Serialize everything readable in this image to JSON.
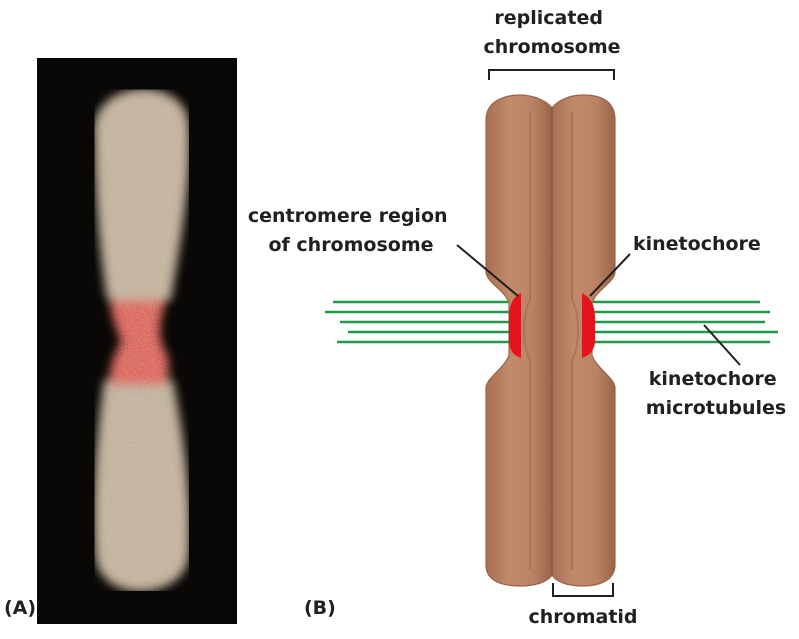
{
  "panel_a": {
    "label": "(A)"
  },
  "panel_b": {
    "label": "(B)",
    "labels": {
      "replicated_line1": "replicated",
      "replicated_line2": "chromosome",
      "centromere_line1": "centromere region",
      "centromere_line2": "of chromosome",
      "kinetochore": "kinetochore",
      "kt_microtubules_line1": "kinetochore",
      "kt_microtubules_line2": "microtubules",
      "chromatid": "chromatid"
    }
  },
  "colors": {
    "chromatid_fill": "#b98264",
    "chromatid_shadow": "#8f5e45",
    "chromatid_highlight": "#cf9b7c",
    "kinetochore": "#e3141b",
    "microtubule": "#1e9a4a",
    "photo_background": "#0a0806",
    "chromosome_stain": "#cbb89a",
    "centromere_stain": "#e8401a"
  }
}
